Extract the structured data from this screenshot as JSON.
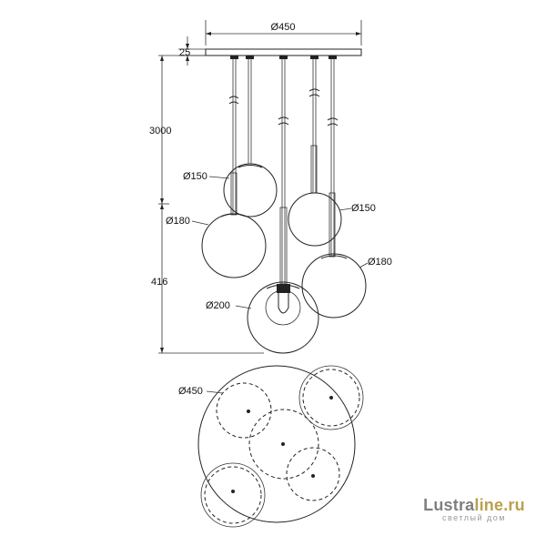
{
  "dimensions": {
    "canopy_width": "Ø450",
    "canopy_height": "25",
    "cable_length": "3000",
    "drop_height": "416",
    "shade_150_left": "Ø150",
    "shade_150_right": "Ø150",
    "shade_180_left": "Ø180",
    "shade_180_right": "Ø180",
    "shade_200": "Ø200",
    "top_view_diameter": "Ø450"
  },
  "watermark": {
    "brand_part1": "Lustra",
    "brand_part2": "line.ru",
    "tagline": "светлый дом"
  },
  "colors": {
    "line": "#222222",
    "watermark_gray": "#7f7f7f",
    "watermark_gold": "#b9a14e"
  }
}
